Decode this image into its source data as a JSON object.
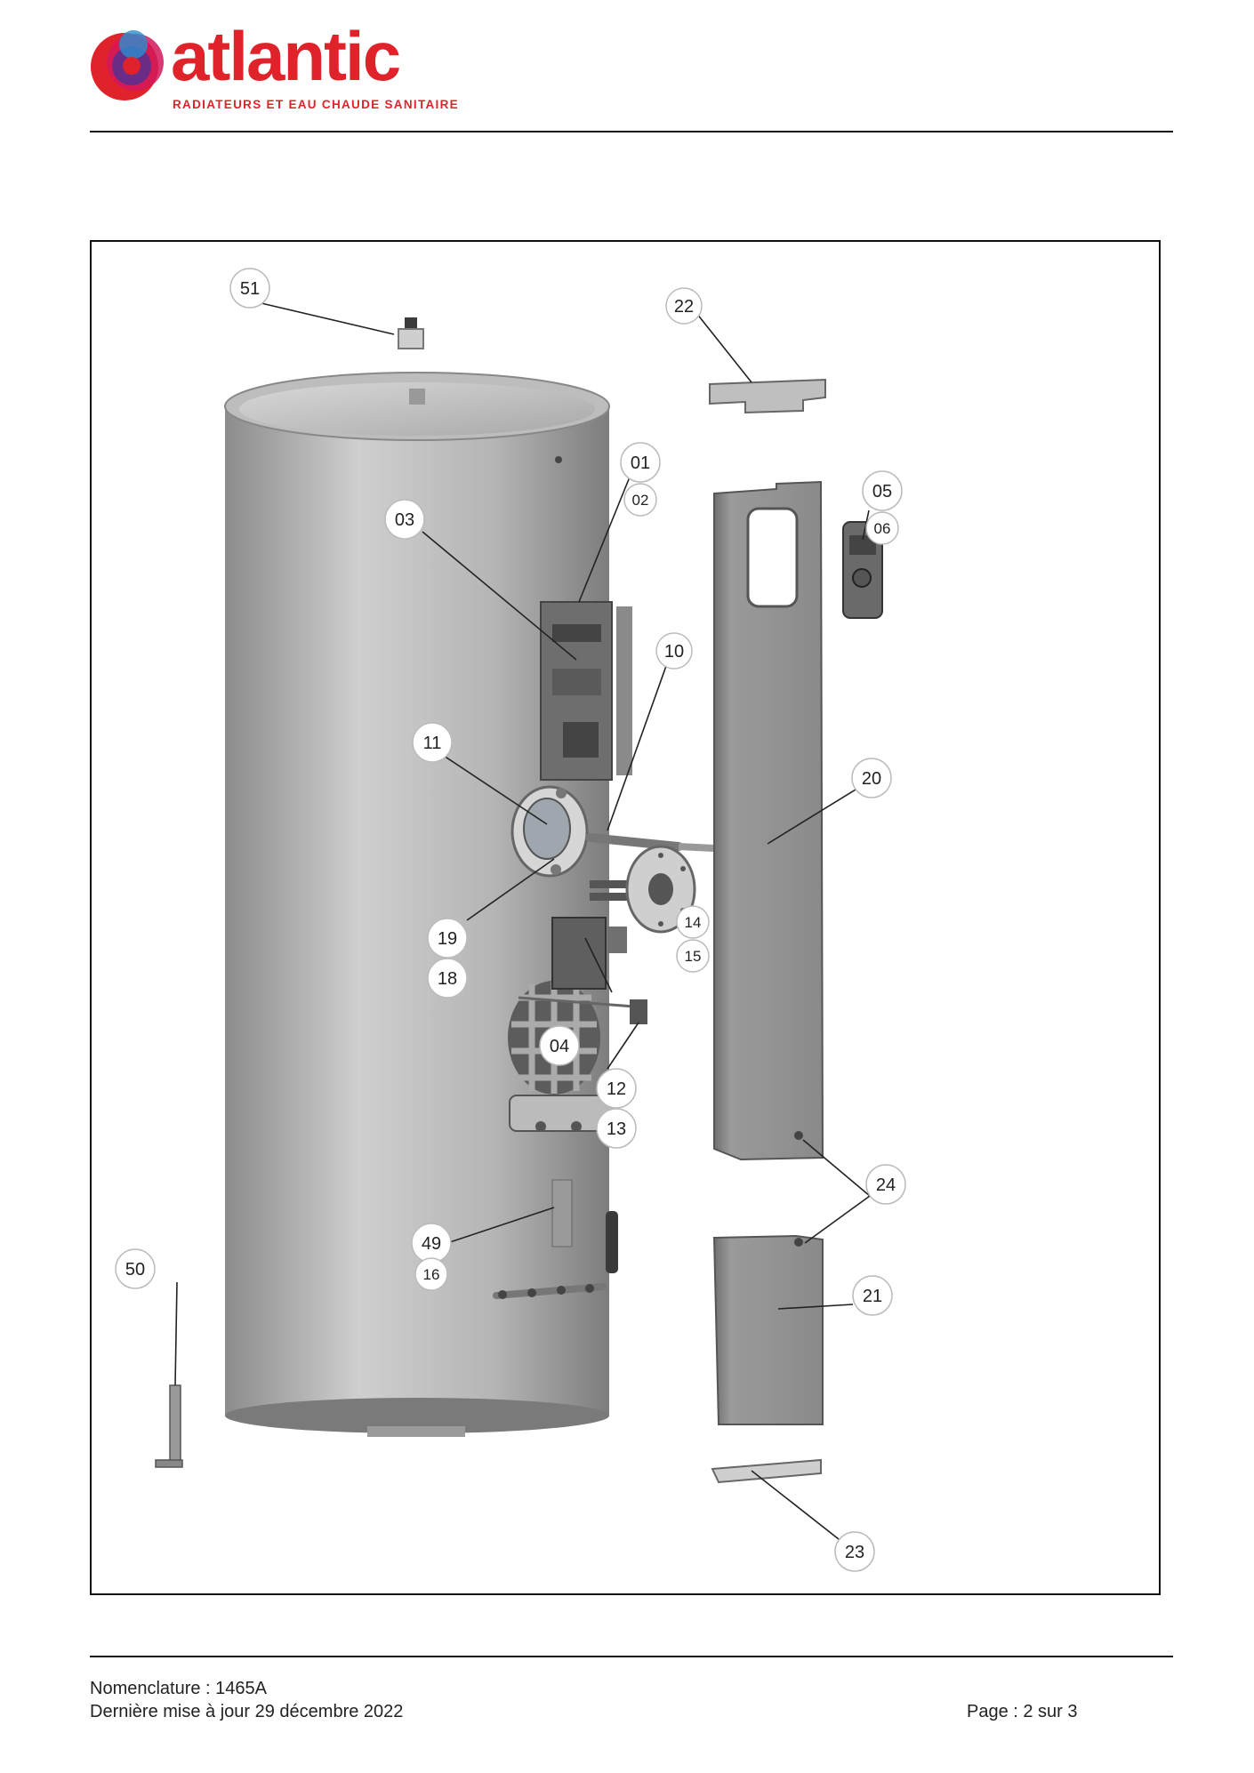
{
  "header": {
    "brand": "atlantic",
    "tagline": "RADIATEURS ET EAU CHAUDE SANITAIRE",
    "colors": {
      "brand_red": "#e0232b",
      "logo_purple": "#6a2c86",
      "logo_pink": "#d2175a"
    }
  },
  "diagram": {
    "callouts": [
      {
        "id": "51",
        "label": "51"
      },
      {
        "id": "22",
        "label": "22"
      },
      {
        "id": "01",
        "label": "01"
      },
      {
        "id": "02",
        "label": "02"
      },
      {
        "id": "05",
        "label": "05"
      },
      {
        "id": "06",
        "label": "06"
      },
      {
        "id": "03",
        "label": "03"
      },
      {
        "id": "10",
        "label": "10"
      },
      {
        "id": "11",
        "label": "11"
      },
      {
        "id": "20",
        "label": "20"
      },
      {
        "id": "19",
        "label": "19"
      },
      {
        "id": "18",
        "label": "18"
      },
      {
        "id": "14",
        "label": "14"
      },
      {
        "id": "15",
        "label": "15"
      },
      {
        "id": "04",
        "label": "04"
      },
      {
        "id": "12",
        "label": "12"
      },
      {
        "id": "13",
        "label": "13"
      },
      {
        "id": "24",
        "label": "24"
      },
      {
        "id": "49",
        "label": "49"
      },
      {
        "id": "16",
        "label": "16"
      },
      {
        "id": "50",
        "label": "50"
      },
      {
        "id": "21",
        "label": "21"
      },
      {
        "id": "23",
        "label": "23"
      }
    ]
  },
  "footer": {
    "nomenclature": "Nomenclature : 1465A",
    "updated": "Dernière mise à jour 29 décembre 2022",
    "page": "Page : 2 sur 3"
  }
}
